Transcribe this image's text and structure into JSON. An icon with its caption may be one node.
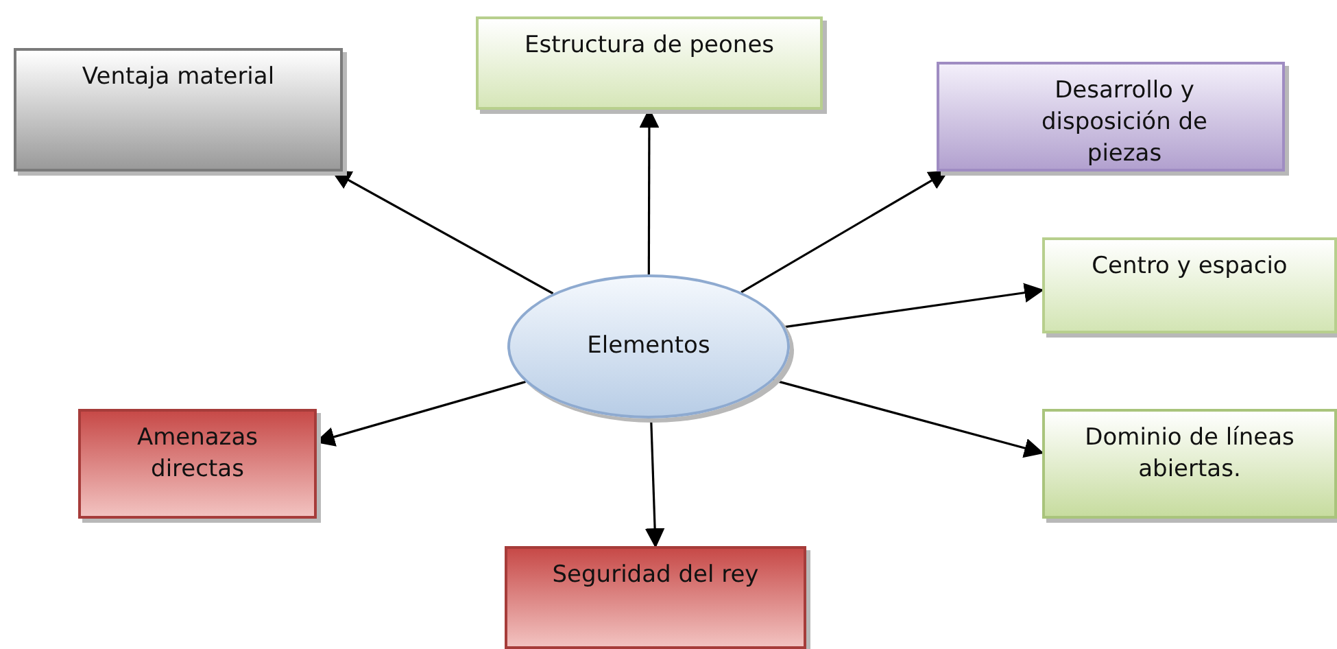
{
  "diagram": {
    "nodes": [
      {
        "text": [
          "Elementos"
        ]
      },
      {
        "text": [
          "Ventaja material"
        ]
      },
      {
        "text": [
          "Estructura de peones"
        ]
      },
      {
        "text": [
          "Desarrollo y disposición de piezas"
        ]
      },
      {
        "text": [
          "Centro y espacio"
        ]
      },
      {
        "text": [
          "Amenazas directas"
        ]
      },
      {
        "text": [
          "Dominio de líneas abiertas."
        ]
      },
      {
        "text": [
          "Seguridad del rey"
        ]
      }
    ],
    "edges": [
      {
        "from": 0,
        "to": 1,
        "arrow": "to"
      },
      {
        "from": 0,
        "to": 2,
        "arrow": "to"
      },
      {
        "from": 0,
        "to": 3,
        "arrow": "to"
      },
      {
        "from": 0,
        "to": 4,
        "arrow": "to"
      },
      {
        "from": 0,
        "to": 5,
        "arrow": "to"
      },
      {
        "from": 0,
        "to": 6,
        "arrow": "to"
      },
      {
        "from": 0,
        "to": 7,
        "arrow": "to"
      }
    ]
  }
}
